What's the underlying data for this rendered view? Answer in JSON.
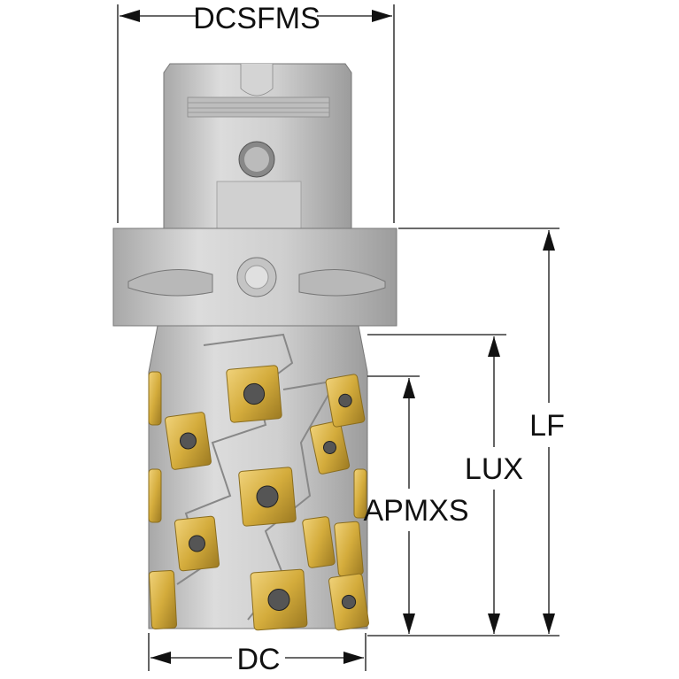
{
  "dimensions": {
    "dcsfms": "DCSFMS",
    "lf": "LF",
    "lux": "LUX",
    "apmxs": "APMXS",
    "dc": "DC"
  },
  "colors": {
    "steel": "#c9c9c9",
    "steel_dark": "#9a9a9a",
    "insert_gold": "#d8b444",
    "insert_edge": "#8a6d1e"
  }
}
